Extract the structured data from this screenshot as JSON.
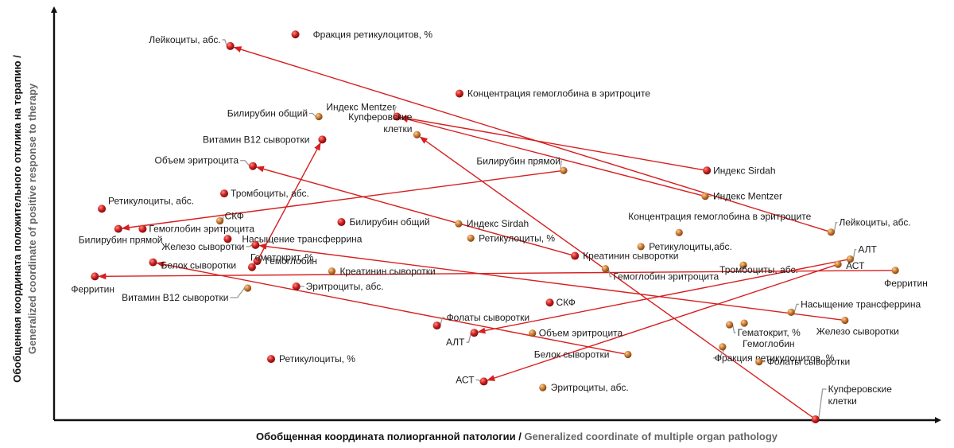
{
  "chart_data": {
    "type": "scatter",
    "title": "",
    "xlabel": {
      "ru": "Обобщенная координата полиорганной патологии",
      "sep": " / ",
      "en": "Generalized coordinate of multiple organ pathology"
    },
    "ylabel": {
      "ru": "Обобщенная координата положительного отклика на терапию /",
      "en": "Generalized coordinate of positive response to therapy"
    },
    "xlim": [
      0,
      1
    ],
    "ylim": [
      0,
      1
    ],
    "grid": false,
    "colors": {
      "red": "#cc1f1f",
      "orange": "#c9782e",
      "arrow": "#d61f1f",
      "axis": "#111111",
      "leader": "#9a9a9a"
    },
    "points": [
      {
        "label": "Лейкоциты, абс.",
        "color": "red",
        "x": 0.203,
        "y": 0.929
      },
      {
        "label": "Фракция ретикулоцитов, %",
        "color": "red",
        "x": 0.278,
        "y": 0.958
      },
      {
        "label": "Концентрация гемоглобина в эритроците",
        "color": "red",
        "x": 0.467,
        "y": 0.811
      },
      {
        "label": "Билирубин общий",
        "color": "orange",
        "x": 0.305,
        "y": 0.754
      },
      {
        "label": "Индекс Mentzer",
        "color": "red",
        "x": 0.395,
        "y": 0.754
      },
      {
        "label": "Купферовские клетки",
        "color": "orange",
        "x": 0.418,
        "y": 0.709
      },
      {
        "label": "Витамин B12 сыворотки",
        "color": "red",
        "x": 0.309,
        "y": 0.697
      },
      {
        "label": "Объем эритроцита",
        "color": "red",
        "x": 0.229,
        "y": 0.631
      },
      {
        "label": "Билирубин прямой",
        "color": "orange",
        "x": 0.587,
        "y": 0.62
      },
      {
        "label": "Индекс Sirdah",
        "color": "red",
        "x": 0.752,
        "y": 0.62
      },
      {
        "label": "Тромбоциты, абс.",
        "color": "red",
        "x": 0.196,
        "y": 0.563
      },
      {
        "label": "Индекс Mentzer",
        "color": "orange",
        "x": 0.75,
        "y": 0.556
      },
      {
        "label": "Ретикулоциты, абс.",
        "color": "red",
        "x": 0.055,
        "y": 0.525
      },
      {
        "label": "Концентрация гемоглобина в эритроците",
        "color": "orange",
        "x": 0.72,
        "y": 0.466
      },
      {
        "label": "Лейкоциты, абс.",
        "color": "orange",
        "x": 0.895,
        "y": 0.467
      },
      {
        "label": "Билирубин прямой",
        "color": "red",
        "x": 0.074,
        "y": 0.475
      },
      {
        "label": "Гемоглобин эритроцита",
        "color": "red",
        "x": 0.102,
        "y": 0.475
      },
      {
        "label": "СКФ",
        "color": "orange",
        "x": 0.191,
        "y": 0.495
      },
      {
        "label": "Билирубин общий",
        "color": "red",
        "x": 0.331,
        "y": 0.492
      },
      {
        "label": "Индекс Sirdah",
        "color": "orange",
        "x": 0.466,
        "y": 0.488
      },
      {
        "label": "Ретикулоциты, %",
        "color": "orange",
        "x": 0.48,
        "y": 0.452
      },
      {
        "label": "Насыщение трансферрина",
        "color": "red",
        "x": 0.2,
        "y": 0.45
      },
      {
        "label": "Железо сыворотки",
        "color": "red",
        "x": 0.232,
        "y": 0.435
      },
      {
        "label": "Ретикулоциты,абс.",
        "color": "orange",
        "x": 0.676,
        "y": 0.431
      },
      {
        "label": "Креатинин сыворотки",
        "color": "red",
        "x": 0.6,
        "y": 0.408
      },
      {
        "label": "Гемоглобин",
        "color": "red",
        "x": 0.234,
        "y": 0.395
      },
      {
        "label": "Белок сыворотки",
        "color": "red",
        "x": 0.114,
        "y": 0.392
      },
      {
        "label": "Гематокрит, %",
        "color": "red",
        "x": 0.228,
        "y": 0.38
      },
      {
        "label": "Креатинин сыворотки",
        "color": "orange",
        "x": 0.32,
        "y": 0.37
      },
      {
        "label": "Тромбоциты, абс.",
        "color": "orange",
        "x": 0.794,
        "y": 0.385
      },
      {
        "label": "АЛТ",
        "color": "orange",
        "x": 0.917,
        "y": 0.4
      },
      {
        "label": "АСТ",
        "color": "orange",
        "x": 0.903,
        "y": 0.387
      },
      {
        "label": "Ферритин",
        "color": "orange",
        "x": 0.969,
        "y": 0.372
      },
      {
        "label": "Гемоглобин эритроцита",
        "color": "orange",
        "x": 0.635,
        "y": 0.376
      },
      {
        "label": "Ферритин",
        "color": "red",
        "x": 0.047,
        "y": 0.357
      },
      {
        "label": "Витамин B12 сыворотки",
        "color": "orange",
        "x": 0.223,
        "y": 0.328
      },
      {
        "label": "Эритроциты, абс.",
        "color": "red",
        "x": 0.279,
        "y": 0.332
      },
      {
        "label": "СКФ",
        "color": "red",
        "x": 0.571,
        "y": 0.292
      },
      {
        "label": "Насыщение трансферрина",
        "color": "orange",
        "x": 0.849,
        "y": 0.268
      },
      {
        "label": "Железо сыворотки",
        "color": "orange",
        "x": 0.911,
        "y": 0.248
      },
      {
        "label": "Фолаты сыворотки",
        "color": "red",
        "x": 0.441,
        "y": 0.235
      },
      {
        "label": "АЛТ",
        "color": "red",
        "x": 0.484,
        "y": 0.217
      },
      {
        "label": "Объем эритроцита",
        "color": "orange",
        "x": 0.551,
        "y": 0.216
      },
      {
        "label": "Гематокрит, %",
        "color": "orange",
        "x": 0.778,
        "y": 0.237
      },
      {
        "label": "Гемоглобин",
        "color": "orange",
        "x": 0.795,
        "y": 0.241
      },
      {
        "label": "Фракция ретикулоцитов, %",
        "color": "orange",
        "x": 0.77,
        "y": 0.182
      },
      {
        "label": "Белок сыворотки",
        "color": "orange",
        "x": 0.661,
        "y": 0.163
      },
      {
        "label": "Ретикулоциты, %",
        "color": "red",
        "x": 0.25,
        "y": 0.152
      },
      {
        "label": "Фолаты сыворотки",
        "color": "orange",
        "x": 0.812,
        "y": 0.145
      },
      {
        "label": "АСТ",
        "color": "red",
        "x": 0.495,
        "y": 0.096
      },
      {
        "label": "Эритроциты, абс.",
        "color": "orange",
        "x": 0.563,
        "y": 0.081
      },
      {
        "label": "Купферовские клетки",
        "color": "red",
        "x": 0.877,
        "y": 0.002
      }
    ],
    "arrows": [
      {
        "from": [
          0.895,
          0.467
        ],
        "to": [
          0.203,
          0.929
        ]
      },
      {
        "from": [
          0.75,
          0.556
        ],
        "to": [
          0.395,
          0.754
        ]
      },
      {
        "from": [
          0.752,
          0.62
        ],
        "to": [
          0.395,
          0.754
        ]
      },
      {
        "from": [
          0.587,
          0.62
        ],
        "to": [
          0.074,
          0.475
        ]
      },
      {
        "from": [
          0.969,
          0.372
        ],
        "to": [
          0.047,
          0.357
        ]
      },
      {
        "from": [
          0.234,
          0.395
        ],
        "to": [
          0.309,
          0.697
        ]
      },
      {
        "from": [
          0.877,
          0.002
        ],
        "to": [
          0.418,
          0.709
        ]
      },
      {
        "from": [
          0.661,
          0.163
        ],
        "to": [
          0.114,
          0.392
        ]
      },
      {
        "from": [
          0.911,
          0.248
        ],
        "to": [
          0.232,
          0.435
        ]
      },
      {
        "from": [
          0.6,
          0.408
        ],
        "to": [
          0.229,
          0.631
        ]
      },
      {
        "from": [
          0.917,
          0.4
        ],
        "to": [
          0.484,
          0.217
        ]
      },
      {
        "from": [
          0.903,
          0.387
        ],
        "to": [
          0.495,
          0.096
        ]
      }
    ]
  }
}
